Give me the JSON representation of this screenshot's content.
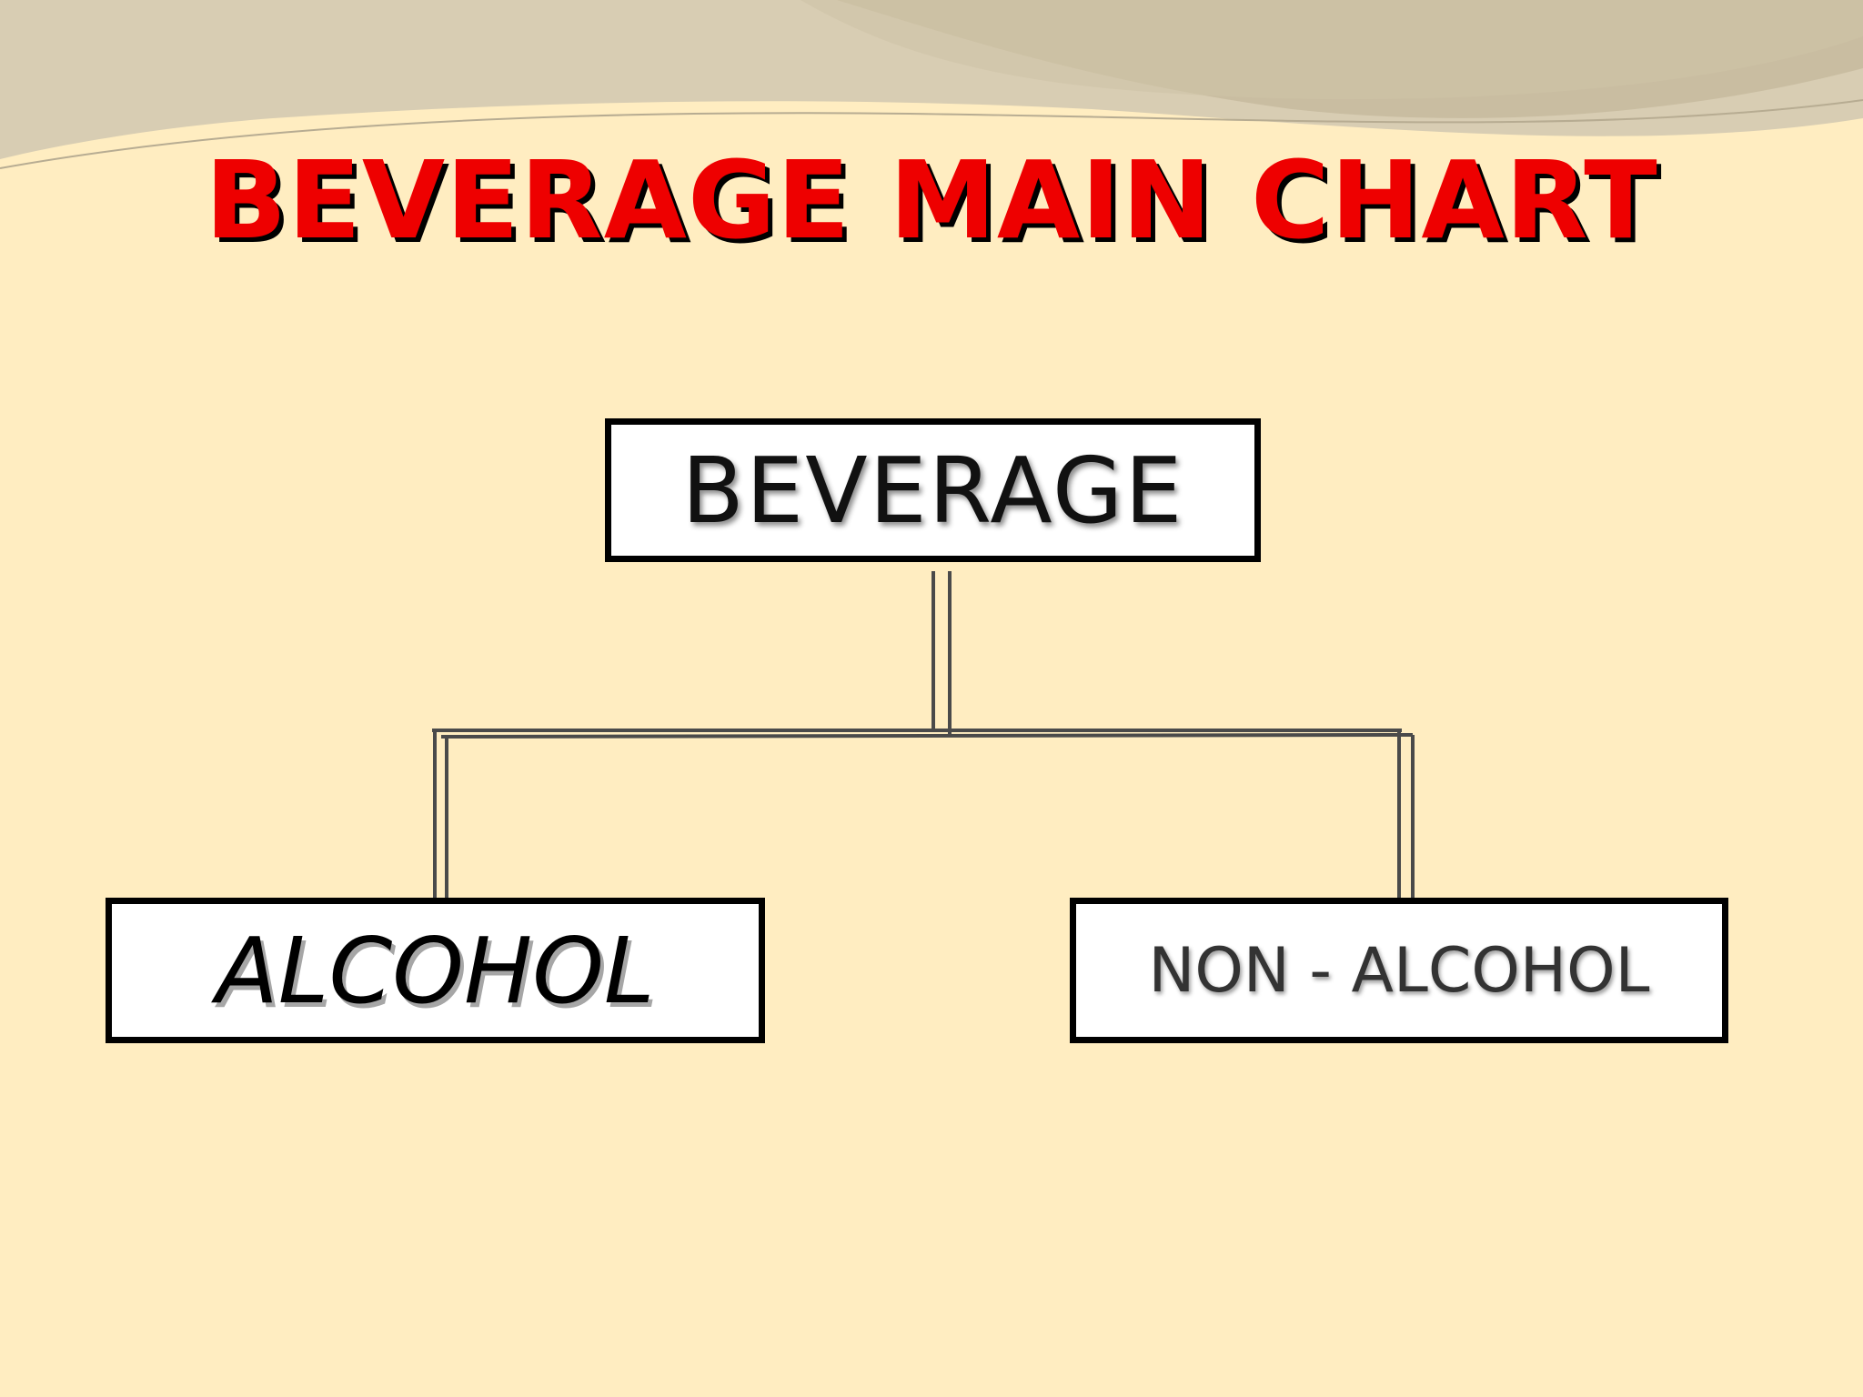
{
  "slide": {
    "title": "BEVERAGE MAIN CHART",
    "colors": {
      "background": "#FFEDC1",
      "title": "#EE0000",
      "title_shadow": "#000000",
      "wave": "#CBC0A6",
      "connector": "#4A4A4A"
    }
  },
  "diagram": {
    "root": {
      "label": "BEVERAGE"
    },
    "children": [
      {
        "label": "ALCOHOL"
      },
      {
        "label": "NON - ALCOHOL"
      }
    ]
  }
}
